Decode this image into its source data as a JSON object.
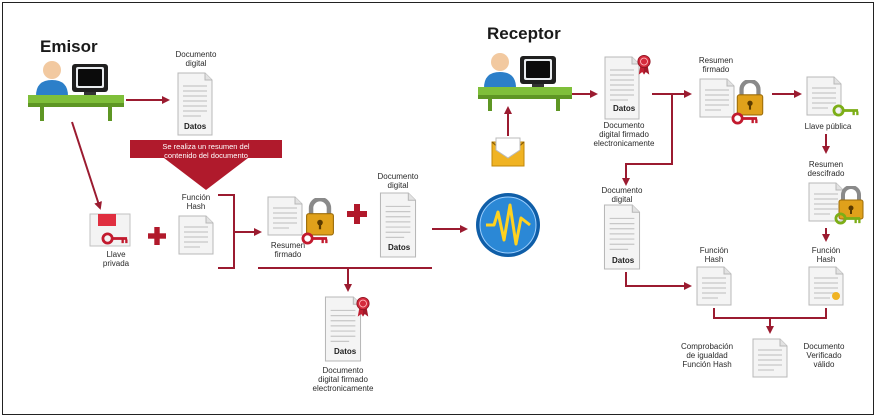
{
  "sender": {
    "title": "Emisor"
  },
  "receiver": {
    "title": "Receptor"
  },
  "banner": {
    "line1": "Se realiza un resumen del",
    "line2": "contenido del documento"
  },
  "labels": {
    "doc_digital_top": {
      "l1": "Documento",
      "l2": "digital"
    },
    "datos": "Datos",
    "hash_left": {
      "l1": "Función",
      "l2": "Hash"
    },
    "private_key": {
      "l1": "Llave",
      "l2": "privada"
    },
    "signed_summary_left": {
      "l1": "Resumen",
      "l2": "firmado"
    },
    "doc_digital_mid": {
      "l1": "Documento",
      "l2": "digital"
    },
    "signed_doc_bottom": {
      "l1": "Documento",
      "l2": "digital firmado",
      "l3": "electronicamente"
    },
    "signed_doc_right": {
      "l1": "Documento",
      "l2": "digital firmado",
      "l3": "electronicamente"
    },
    "signed_summary_right": {
      "l1": "Resumen",
      "l2": "firmado"
    },
    "public_key": "Llave pública",
    "deciphered_summary": {
      "l1": "Resumen",
      "l2": "descifrado"
    },
    "doc_digital_right": {
      "l1": "Documento",
      "l2": "digital"
    },
    "hash_right_1": {
      "l1": "Función",
      "l2": "Hash"
    },
    "hash_right_2": {
      "l1": "Función",
      "l2": "Hash"
    },
    "equality_check": {
      "l1": "Comprobación",
      "l2": "de igualdad",
      "l3": "Función Hash"
    },
    "valid_doc": {
      "l1": "Documento",
      "l2": "Verificado",
      "l3": "válido"
    }
  },
  "colors": {
    "accent": "#b1192b",
    "desk": "#7fbf3a",
    "line": "#9b1b30",
    "network": "#1f6fb5"
  }
}
